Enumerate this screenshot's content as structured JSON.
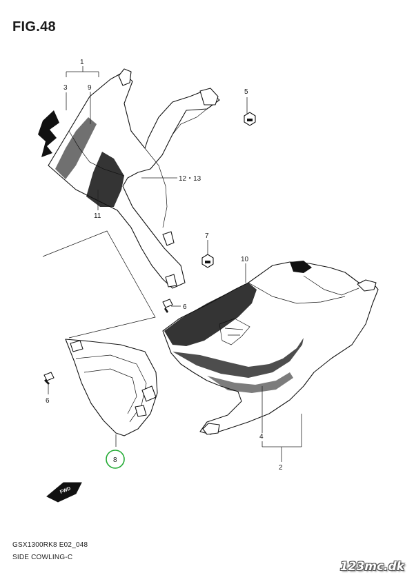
{
  "figure": {
    "title": "FIG.48",
    "model_code": "GSX1300RK8 E02_048",
    "section_name": "SIDE COWLING-C",
    "watermark": "123mc.dk"
  },
  "callouts": {
    "c1": "1",
    "c2": "2",
    "c3": "3",
    "c4": "4",
    "c5": "5",
    "c6a": "6",
    "c6b": "6",
    "c7": "7",
    "c8": "8",
    "c9": "9",
    "c10": "10",
    "c11": "11",
    "c12_13": "12・13"
  },
  "highlight": {
    "target": "8",
    "color": "#22aa33"
  },
  "fwd_arrow": {
    "label": "FWD",
    "icon": "forward-arrow-icon"
  }
}
